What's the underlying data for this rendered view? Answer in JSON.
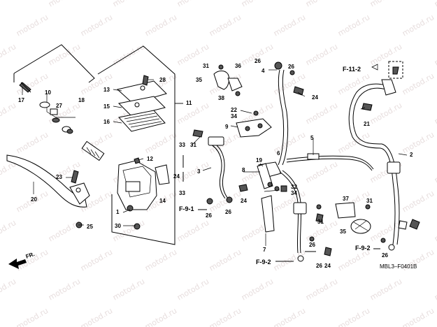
{
  "watermark": "motod.ru",
  "diagram_code": "MBL3–F0401B",
  "direction_label": "FR.",
  "labels": [
    {
      "id": "1",
      "text": "1"
    },
    {
      "id": "2",
      "text": "2"
    },
    {
      "id": "3",
      "text": "3"
    },
    {
      "id": "4",
      "text": "4"
    },
    {
      "id": "5",
      "text": "5"
    },
    {
      "id": "6",
      "text": "6"
    },
    {
      "id": "7",
      "text": "7"
    },
    {
      "id": "8",
      "text": "8"
    },
    {
      "id": "9",
      "text": "9"
    },
    {
      "id": "10",
      "text": "10"
    },
    {
      "id": "11",
      "text": "11"
    },
    {
      "id": "12",
      "text": "12"
    },
    {
      "id": "13",
      "text": "13"
    },
    {
      "id": "14",
      "text": "14"
    },
    {
      "id": "15",
      "text": "15"
    },
    {
      "id": "16",
      "text": "16"
    },
    {
      "id": "17",
      "text": "17"
    },
    {
      "id": "18",
      "text": "18"
    },
    {
      "id": "19",
      "text": "19"
    },
    {
      "id": "20",
      "text": "20"
    },
    {
      "id": "21",
      "text": "21"
    },
    {
      "id": "22_34",
      "text": "22\n34"
    },
    {
      "id": "23",
      "text": "23"
    },
    {
      "id": "24a",
      "text": "24"
    },
    {
      "id": "24b",
      "text": "24"
    },
    {
      "id": "24c",
      "text": "24"
    },
    {
      "id": "24d",
      "text": "24"
    },
    {
      "id": "25",
      "text": "25"
    },
    {
      "id": "26a",
      "text": "26"
    },
    {
      "id": "26b",
      "text": "26"
    },
    {
      "id": "26c",
      "text": "26"
    },
    {
      "id": "26d",
      "text": "26"
    },
    {
      "id": "26e",
      "text": "26"
    },
    {
      "id": "26f",
      "text": "26"
    },
    {
      "id": "26g",
      "text": "26"
    },
    {
      "id": "27",
      "text": "27"
    },
    {
      "id": "28",
      "text": "28"
    },
    {
      "id": "30",
      "text": "30"
    },
    {
      "id": "31a",
      "text": "31"
    },
    {
      "id": "31b",
      "text": "31"
    },
    {
      "id": "31c",
      "text": "31"
    },
    {
      "id": "31d",
      "text": "31"
    },
    {
      "id": "32_34",
      "text": "32\n34"
    },
    {
      "id": "33a",
      "text": "33"
    },
    {
      "id": "33b",
      "text": "33"
    },
    {
      "id": "35a",
      "text": "35"
    },
    {
      "id": "35b",
      "text": "35"
    },
    {
      "id": "36",
      "text": "36"
    },
    {
      "id": "37",
      "text": "37"
    },
    {
      "id": "38",
      "text": "38"
    }
  ],
  "refs": [
    {
      "id": "f91",
      "text": "F-9-1"
    },
    {
      "id": "f92a",
      "text": "F-9-2"
    },
    {
      "id": "f92b",
      "text": "F-9-2"
    },
    {
      "id": "f112",
      "text": "F-11-2"
    }
  ]
}
